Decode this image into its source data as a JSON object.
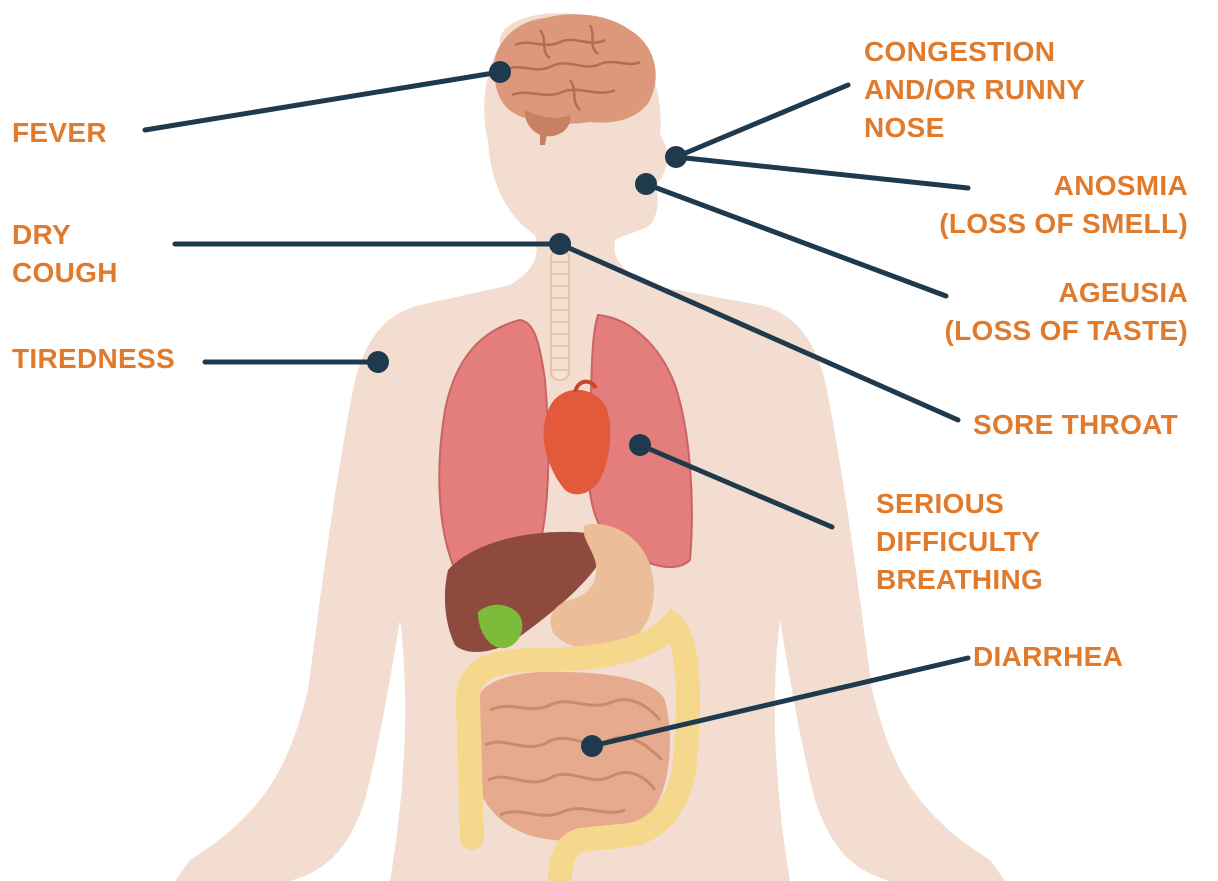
{
  "colors": {
    "label": "#e07a2c",
    "leader": "#1f3a4d",
    "body": "#f2ddd0",
    "lung": "#e37e7c",
    "lung_dark": "#c96464",
    "heart": "#e25a3a",
    "liver": "#8f4a3e",
    "stomach": "#ebbd98",
    "colon": "#f5d88c",
    "intestine": "#e6ab8e",
    "brain": "#dc987b",
    "gallbladder": "#7dbb3a",
    "trachea": "#f6e0cf"
  },
  "icons": {
    "body": "human-silhouette",
    "organs": [
      "brain",
      "trachea",
      "left-lung",
      "right-lung",
      "heart",
      "liver",
      "gallbladder",
      "stomach",
      "large-intestine",
      "small-intestine"
    ]
  },
  "labels": {
    "fever": [
      "FEVER"
    ],
    "dry_cough": [
      "DRY",
      "COUGH"
    ],
    "tiredness": [
      "TIREDNESS"
    ],
    "congestion": [
      "CONGESTION",
      "AND/OR RUNNY",
      "NOSE"
    ],
    "anosmia": [
      "ANOSMIA",
      "(LOSS OF SMELL)"
    ],
    "ageusia": [
      "AGEUSIA",
      "(LOSS OF TASTE)"
    ],
    "sore_throat": [
      "SORE THROAT"
    ],
    "breathing": [
      "SERIOUS",
      "DIFFICULTY",
      "BREATHING"
    ],
    "diarrhea": [
      "DIARRHEA"
    ]
  }
}
